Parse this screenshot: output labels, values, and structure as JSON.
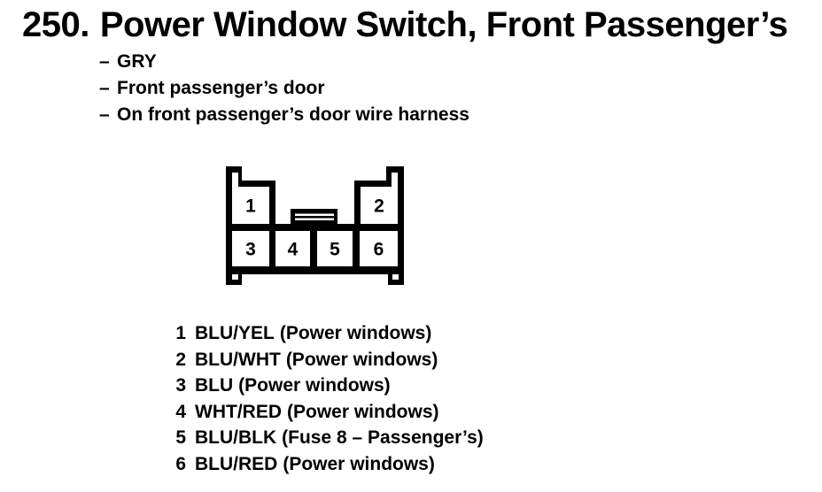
{
  "header": {
    "item_number": "250.",
    "title": "Power Window Switch, Front Passenger’s",
    "bullet_char": "–",
    "notes": [
      "GRY",
      "Front passenger’s door",
      "On front passenger’s door wire harness"
    ]
  },
  "connector": {
    "diagram": "6-cavity-connector-front-view",
    "cavities": [
      "1",
      "2",
      "3",
      "4",
      "5",
      "6"
    ]
  },
  "pins": [
    {
      "no": "1",
      "color": "BLU/YEL",
      "desc": "(Power windows)"
    },
    {
      "no": "2",
      "color": "BLU/WHT",
      "desc": "(Power windows)"
    },
    {
      "no": "3",
      "color": "BLU",
      "desc": "(Power windows)"
    },
    {
      "no": "4",
      "color": "WHT/RED",
      "desc": "(Power windows)"
    },
    {
      "no": "5",
      "color": "BLU/BLK",
      "desc": "(Fuse 8 – Passenger’s)"
    },
    {
      "no": "6",
      "color": "BLU/RED",
      "desc": "(Power windows)"
    }
  ],
  "colors": {
    "ink": "#000000",
    "background": "#ffffff"
  }
}
